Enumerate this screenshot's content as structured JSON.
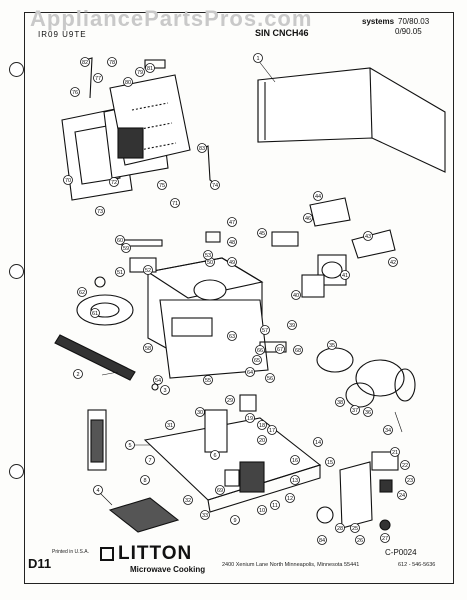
{
  "watermark": "AppliancePartsPros.com",
  "header": {
    "left": "IR09 U9TE",
    "middle": "SIN CNCH46",
    "systems_label": "systems",
    "version_1": "70/80.03",
    "version_2": "0/90.05"
  },
  "part_numbers": [
    "1",
    "2",
    "3",
    "4",
    "5",
    "6",
    "7",
    "8",
    "9",
    "10",
    "11",
    "12",
    "13",
    "14",
    "15",
    "16",
    "17",
    "18",
    "19",
    "20",
    "21",
    "22",
    "23",
    "24",
    "25",
    "26",
    "27",
    "28",
    "29",
    "30",
    "31",
    "32",
    "33",
    "34",
    "35",
    "36",
    "37",
    "38",
    "39",
    "40",
    "41",
    "42",
    "43",
    "44",
    "45",
    "46",
    "47",
    "48",
    "49",
    "50",
    "51",
    "52",
    "53",
    "54",
    "55",
    "56",
    "57",
    "58",
    "59",
    "60",
    "61",
    "62",
    "63",
    "64",
    "65",
    "66",
    "67",
    "68",
    "69",
    "70",
    "71",
    "72",
    "73",
    "74",
    "75",
    "76",
    "77",
    "78",
    "79",
    "80",
    "81",
    "82",
    "83",
    "84"
  ],
  "footer": {
    "page_id": "D11",
    "printed": "Printed in U.S.A.",
    "brand": "LITTON",
    "tagline": "Microwave Cooking",
    "address": "2400 Xenium Lane North  Minneapolis, Minnesota  55441",
    "phone": "612 - 546-5636",
    "doc_code": "C-P0024"
  }
}
